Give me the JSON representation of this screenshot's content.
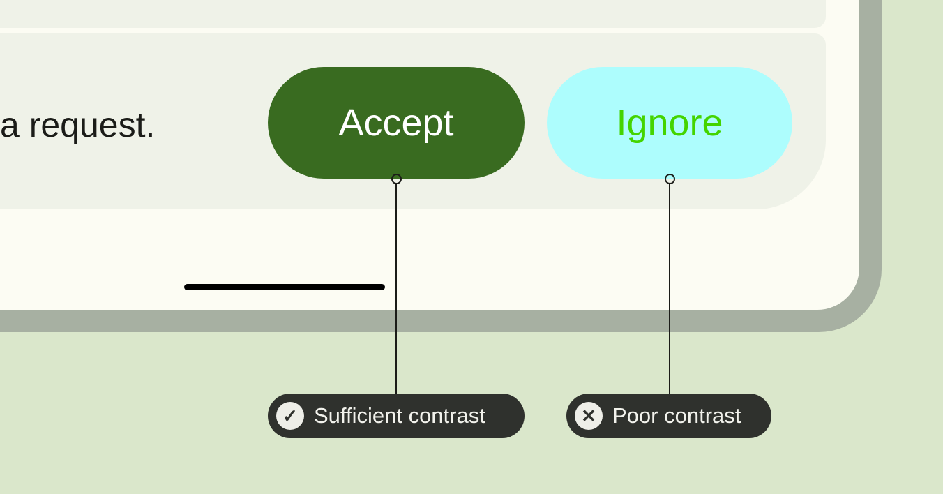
{
  "message": "a request.",
  "buttons": {
    "accept": "Accept",
    "ignore": "Ignore"
  },
  "annotations": {
    "sufficient": {
      "label": "Sufficient contrast",
      "icon": "check-icon"
    },
    "poor": {
      "label": "Poor contrast",
      "icon": "close-icon"
    }
  },
  "colors": {
    "accept_bg": "#396b20",
    "accept_text": "#ffffff",
    "ignore_bg": "#adfdfd",
    "ignore_text": "#44d400"
  }
}
